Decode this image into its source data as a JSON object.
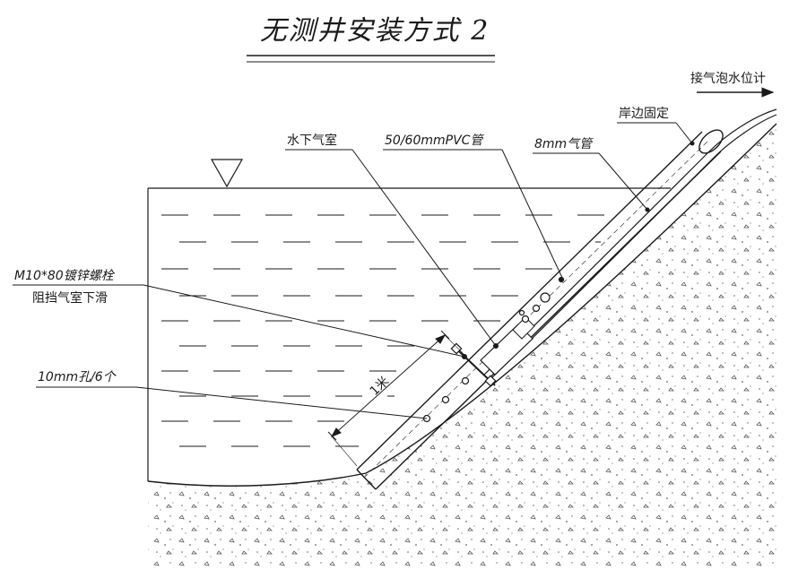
{
  "title": "无测井安装方式 2",
  "labels": {
    "outlet": "接气泡水位计",
    "shore_fix": "岸边固定",
    "chamber": "水下气室",
    "pipe": "50/60mmPVC管",
    "air_tube": "8mm气管",
    "bolt": "M10*80镀锌螺栓",
    "bolt_note": "阻挡气室下滑",
    "holes": "10mm孔/6个",
    "length": "1米"
  },
  "colors": {
    "line": "#1a1a1a",
    "background": "#ffffff"
  }
}
